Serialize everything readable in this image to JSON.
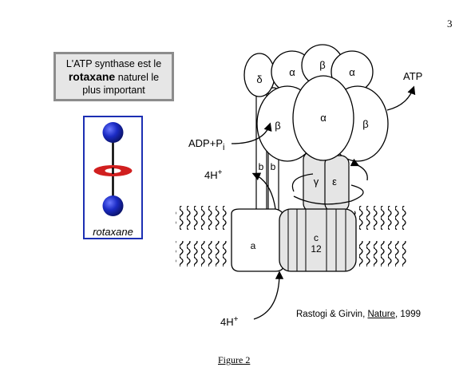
{
  "page_number": "3",
  "caption_box": {
    "line1": "L'ATP synthase est le",
    "bold_word": "rotaxane",
    "line2_rest": " naturel le",
    "line3": "plus important"
  },
  "rotaxane": {
    "label": "rotaxane",
    "colors": {
      "ball": "#1b2bc4",
      "ring": "#d11f1f",
      "axle": "#000000",
      "border": "#1c2fb3"
    }
  },
  "diagram": {
    "labels": {
      "delta": "δ",
      "alpha": "α",
      "beta": "β",
      "gamma": "γ",
      "epsilon": "ε",
      "b": "b",
      "a": "a",
      "c": "c",
      "c_count": "12",
      "atp": "ATP",
      "adp_main": "ADP+P",
      "adp_sub": "i",
      "proton_main": "4H",
      "proton_sup": "+"
    },
    "colors": {
      "subunit_fill": "#e5e5e5",
      "outline": "#000000",
      "white": "#ffffff"
    }
  },
  "credit": {
    "authors": "Rastogi & Girvin, ",
    "journal": "Nature",
    "year": ", 1999"
  },
  "figure_caption": "Figure 2"
}
